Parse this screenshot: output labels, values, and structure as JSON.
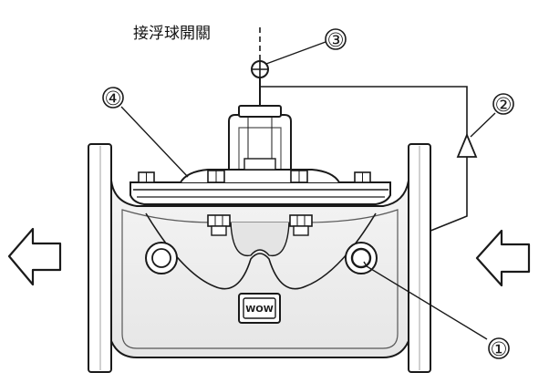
{
  "diagram": {
    "top_label": "接浮球開關",
    "callouts": [
      {
        "id": "c1",
        "text": "①"
      },
      {
        "id": "c2",
        "text": "②"
      },
      {
        "id": "c3",
        "text": "③"
      },
      {
        "id": "c4",
        "text": "④"
      }
    ],
    "nameplate_text": "WOW",
    "colors": {
      "line": "#1a1a1a",
      "fill": "#ffffff",
      "shade": "#d9d9d9"
    }
  }
}
